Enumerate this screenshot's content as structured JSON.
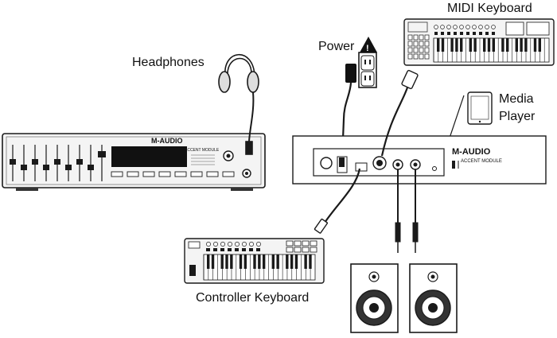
{
  "labels": {
    "headphones": "Headphones",
    "power": "Power",
    "midi_keyboard": "MIDI Keyboard",
    "media_player_line1": "Media",
    "media_player_line2": "Player",
    "controller_keyboard": "Controller Keyboard"
  },
  "devices": {
    "front_module": {
      "brand": "M-AUDIO",
      "model": "ACCENT MODULE"
    },
    "rear_module": {
      "brand": "M-AUDIO",
      "model": "ACCENT MODULE"
    }
  },
  "colors": {
    "stroke": "#1a1a1a",
    "panel": "#f2f2f2",
    "display": "#111111",
    "background": "#ffffff"
  }
}
